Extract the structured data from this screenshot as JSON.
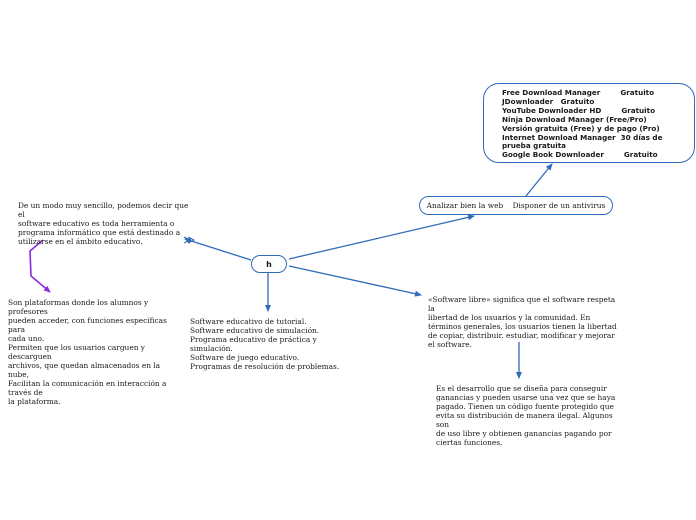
{
  "center": {
    "label": "h"
  },
  "analizar": {
    "label": "Analizar bien la web    Disponer de un antivirus"
  },
  "downloads": {
    "items": [
      "Free Download Manager        Gratuito",
      "JDownloader   Gratuito",
      "YouTube Downloader HD        Gratuito",
      "Ninja Download Manager (Free/Pro)",
      "Versión gratuita (Free) y de pago (Pro)",
      "Internet Download Manager  30 días de prueba gratuita",
      "Google Book Downloader        Gratuito"
    ]
  },
  "definition": {
    "text": "De un modo muy sencillo, podemos decir que el\nsoftware educativo es toda herramienta o\nprograma informático que está destinado a\nutilizarse en el ámbito educativo."
  },
  "platforms": {
    "text": " Son plataformas donde los alumnos y profesores\npueden acceder, con funciones específicas para\ncada uno.\nPermiten que los usuarios carguen y descarguen\narchivos, que quedan almacenados en la nube,\nFacilitan la comunicación en interacción a través de\nla plataforma."
  },
  "types": {
    "text": "Software educativo de tutorial.\nSoftware educativo de simulación.\nPrograma educativo de práctica y simulación.\nSoftware de juego educativo.\nProgramas de resolución de problemas."
  },
  "libre": {
    "text": "«Software libre» significa que el software respeta la\nlibertad de los usuarios y la comunidad. En\ntérminos generales, los usuarios tienen la libertad\nde copiar, distribuir, estudiar, modificar y mejorar\nel software."
  },
  "privativo": {
    "text": "  Es el desarrollo que se diseña para conseguir\nganancias y pueden usarse una vez que se haya\npagado. Tienen un código fuente protegido que\nevita su distribución de manera ilegal. Algunos son\nde uso libre y obtienen ganancias pagando por\nciertas funciones."
  },
  "colors": {
    "link": "#2e6bb8",
    "purple_link": "#8a2be2"
  }
}
